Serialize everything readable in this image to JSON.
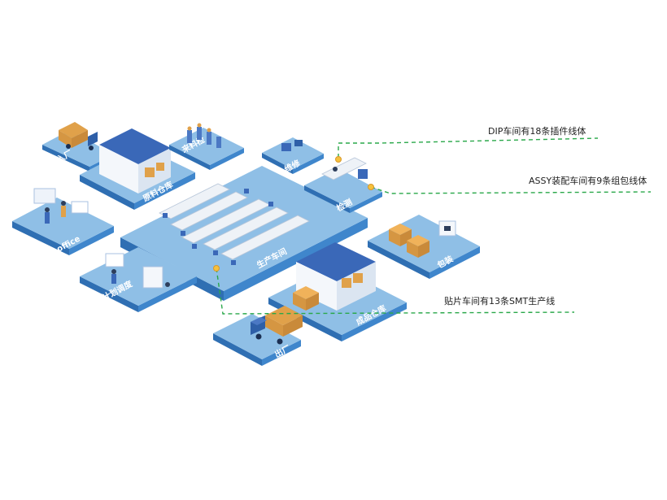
{
  "zones": {
    "entrance": "入厂",
    "raw_warehouse": "原料仓库",
    "incoming_inspection": "来料检",
    "office": "office",
    "production_workshop": "生产车间",
    "repair": "维修",
    "inspection": "检测",
    "packaging": "包装",
    "planning": "计划调度",
    "finished_warehouse": "成品仓库",
    "exit": "出厂"
  },
  "annotations": {
    "dip": "DIP车间有18条插件线体",
    "assy": "ASSY装配车间有9条组包线体",
    "smt": "贴片车间有13条SMT生产线"
  },
  "colors": {
    "platform_top": "#8fbfe6",
    "platform_side": "#3f86cc",
    "leader_line": "#2aa84a",
    "marker": "#f5c13d",
    "box": "#e0a14a",
    "truck": "#2e5fa8"
  }
}
